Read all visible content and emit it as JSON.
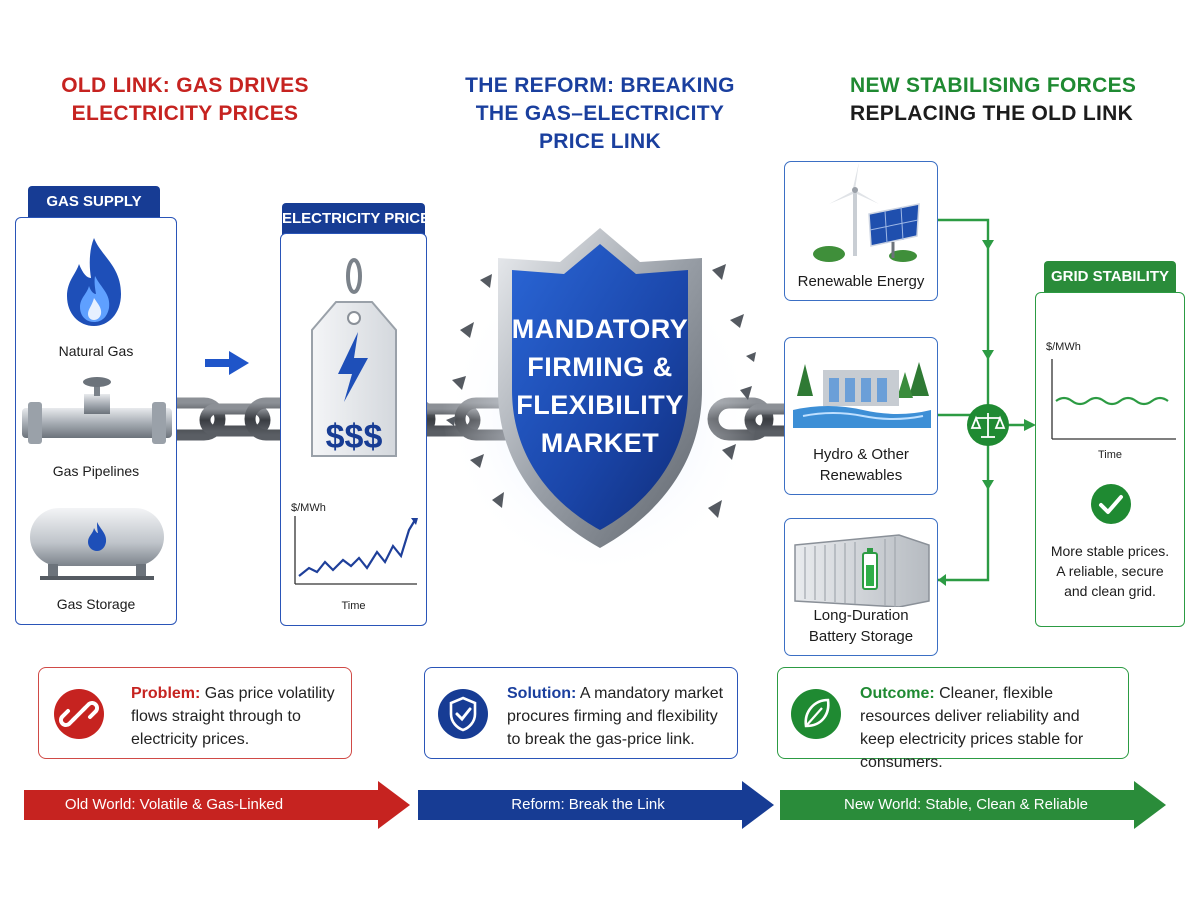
{
  "headings": {
    "old": {
      "line1": "OLD LINK: GAS DRIVES",
      "line2": "ELECTRICITY PRICES"
    },
    "reform": {
      "line1": "THE REFORM: BREAKING",
      "line2": "THE GAS–ELECTRICITY",
      "line3": "PRICE LINK"
    },
    "new": {
      "line1": "NEW STABILISING FORCES",
      "line2": "REPLACING THE OLD LINK"
    }
  },
  "gas_supply": {
    "title": "GAS SUPPLY",
    "items": [
      {
        "label": "Natural Gas",
        "icon": "flame-icon"
      },
      {
        "label": "Gas Pipelines",
        "icon": "pipe-valve-icon"
      },
      {
        "label": "Gas Storage",
        "icon": "gas-tank-icon"
      }
    ]
  },
  "electricity_prices": {
    "title": "ELECTRICITY PRICES",
    "tag_text": "$$$",
    "chart_ylabel": "$/MWh",
    "chart_xlabel": "Time"
  },
  "shield": {
    "line1": "MANDATORY",
    "line2": "FIRMING &",
    "line3": "FLEXIBILITY",
    "line4": "MARKET"
  },
  "resources": [
    {
      "label": "Renewable Energy",
      "icon": "wind-solar-icon"
    },
    {
      "label": "Hydro & Other",
      "label2": "Renewables",
      "icon": "hydro-dam-icon"
    },
    {
      "label": "Long-Duration",
      "label2": "Battery Storage",
      "icon": "battery-container-icon"
    }
  ],
  "grid_stability": {
    "title": "GRID STABILITY",
    "chart_ylabel": "$/MWh",
    "chart_xlabel": "Time",
    "line1": "More stable prices.",
    "line2": "A reliable, secure",
    "line3": "and clean grid."
  },
  "boxes": {
    "problem": {
      "label": "Problem:",
      "text": "Gas price volatility flows straight through to electricity prices."
    },
    "solution": {
      "label": "Solution:",
      "text": "A mandatory market procures firming and flexibility to break the gas-price link."
    },
    "outcome": {
      "label": "Outcome:",
      "text": "Cleaner, flexible resources deliver reliability and keep electricity prices stable for consumers."
    }
  },
  "bands": {
    "old": "Old World: Volatile & Gas-Linked",
    "reform": "Reform: Break the Link",
    "new": "New World: Stable, Clean & Reliable"
  },
  "colors": {
    "red": "#c62320",
    "blue": "#1a3f9e",
    "green": "#1f8a32"
  }
}
